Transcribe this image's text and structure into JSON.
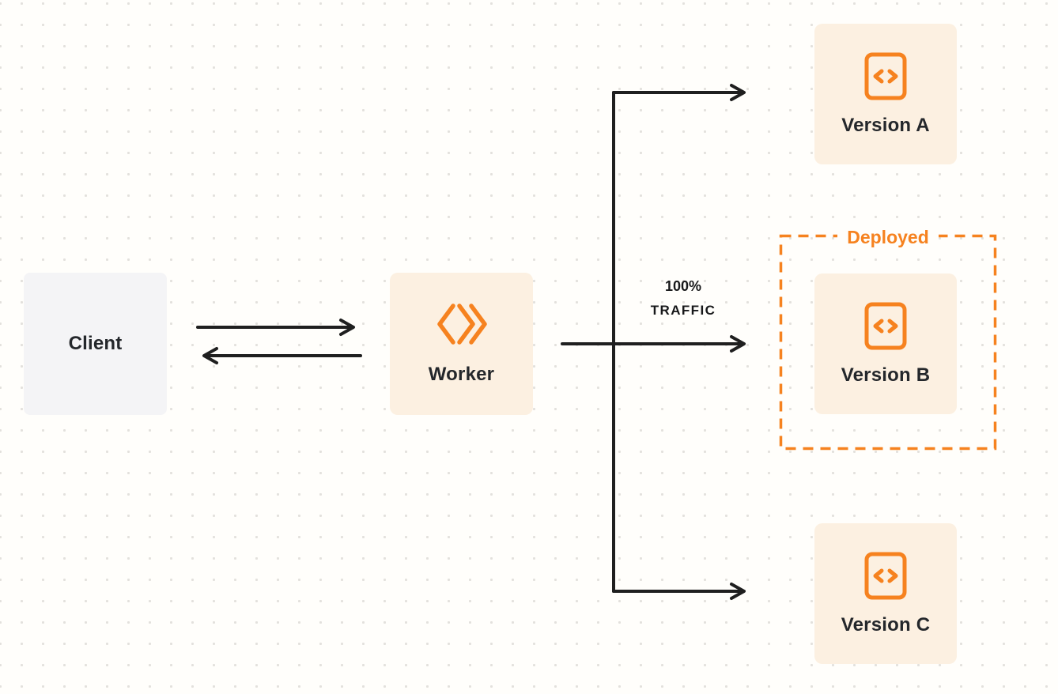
{
  "diagram": {
    "client": {
      "label": "Client"
    },
    "worker": {
      "label": "Worker"
    },
    "traffic": {
      "line1": "100%",
      "line2": "TRAFFIC"
    },
    "deployed": {
      "label": "Deployed"
    },
    "versions": [
      {
        "id": "version-a",
        "label": "Version A"
      },
      {
        "id": "version-b",
        "label": "Version B",
        "inside_deployed_outline": true
      },
      {
        "id": "version-c",
        "label": "Version C"
      }
    ],
    "colors": {
      "accent_orange": "#F6821F",
      "node_cream": "#FCF0E1",
      "client_gray": "#F4F4F6",
      "connector_dark": "#1F1F1F",
      "label_dark": "#24272B",
      "background": "#FFFEFB",
      "dot_grid": "#E3E1DD"
    }
  }
}
